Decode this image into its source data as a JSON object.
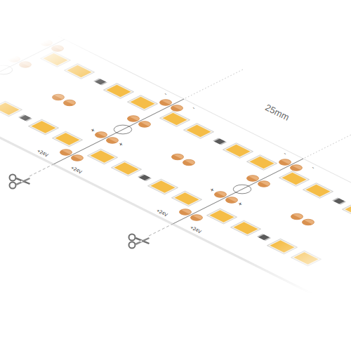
{
  "diagram": {
    "labels": [
      "25mm",
      "-",
      "-",
      "+",
      "+",
      "+24V",
      "+24V",
      "-",
      "-",
      "+",
      "+",
      "+24V",
      "+24V"
    ]
  }
}
